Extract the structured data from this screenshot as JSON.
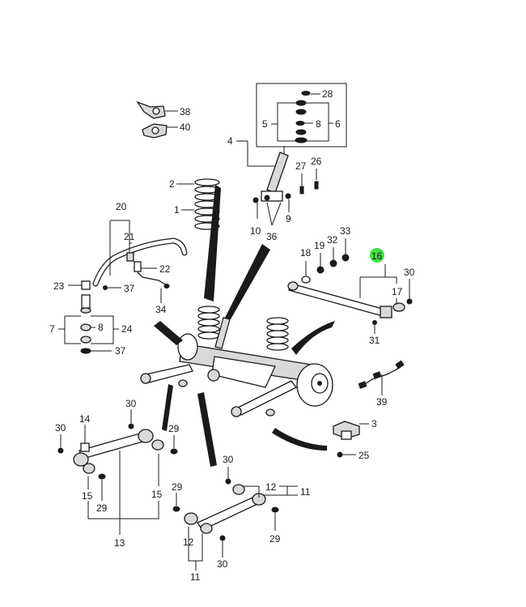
{
  "highlight_color": "#3ee23e",
  "callouts": {
    "c1": "1",
    "c2": "2",
    "c3": "3",
    "c4": "4",
    "c5": "5",
    "c6": "6",
    "c7": "7",
    "c8": "8",
    "c8b": "8",
    "c9": "9",
    "c10": "10",
    "c11a": "11",
    "c11b": "11",
    "c12a": "12",
    "c12b": "12",
    "c13": "13",
    "c14": "14",
    "c15a": "15",
    "c15b": "15",
    "c16": "16",
    "c17": "17",
    "c18": "18",
    "c19": "19",
    "c20": "20",
    "c21": "21",
    "c22": "22",
    "c23": "23",
    "c24": "24",
    "c25": "25",
    "c26": "26",
    "c27": "27",
    "c28": "28",
    "c29a": "29",
    "c29b": "29",
    "c29c": "29",
    "c29d": "29",
    "c30a": "30",
    "c30b": "30",
    "c30c": "30",
    "c30d": "30",
    "c30e": "30",
    "c31": "31",
    "c32": "32",
    "c33": "33",
    "c34": "34",
    "c36": "36",
    "c37a": "37",
    "c37b": "37",
    "c38": "38",
    "c39": "39",
    "c40": "40"
  }
}
